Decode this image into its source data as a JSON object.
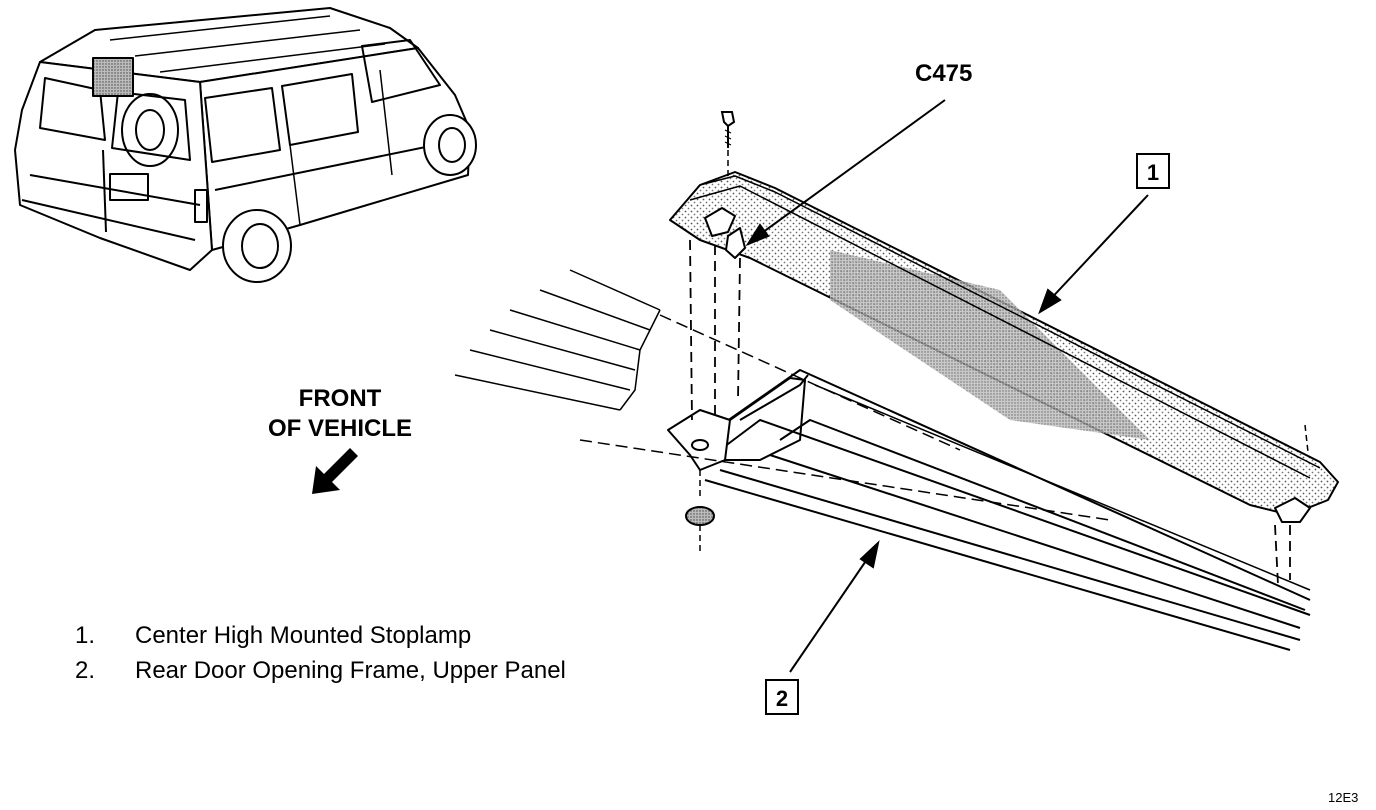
{
  "connector_label": "C475",
  "front_label": [
    "FRONT",
    "OF VEHICLE"
  ],
  "callouts": [
    "1",
    "2"
  ],
  "legend": [
    {
      "num": "1.",
      "text": "Center High Mounted Stoplamp"
    },
    {
      "num": "2.",
      "text": "Rear Door Opening Frame, Upper Panel"
    }
  ],
  "figure_id": "12E3"
}
